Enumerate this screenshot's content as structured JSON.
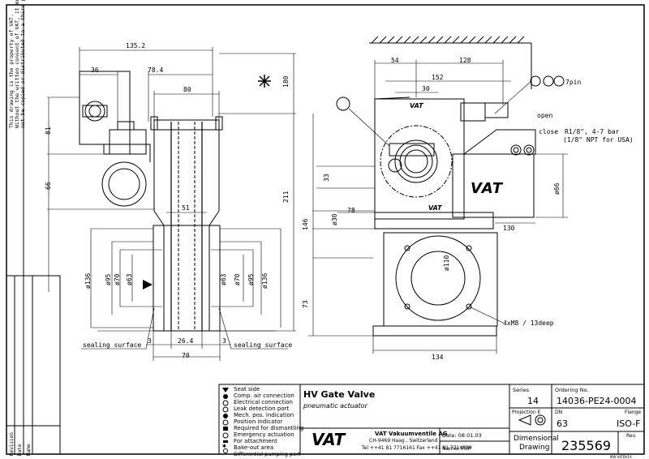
{
  "side_note": [
    "This drawing is the property of VAT.",
    "Without the written consent of VAT, it must",
    "not be copied or distributed to a third person"
  ],
  "revision_labels": [
    "Revision",
    "Date",
    "Name"
  ],
  "dims_left": {
    "d135": "135.2",
    "d36": "36",
    "d78": "78.4",
    "d80": "80",
    "d81": "81",
    "d66": "66",
    "d51": "51",
    "d211": "211",
    "d180": "180",
    "od136l": "ø136",
    "od95l": "ø95",
    "od70l": "ø70",
    "od63l": "ø63",
    "od63r": "ø63",
    "od70r": "ø70",
    "od95r": "ø95",
    "od136r": "ø136",
    "d3l": "3",
    "d26": "26.4",
    "d3r": "3",
    "d70": "70",
    "seal_l": "sealing surface",
    "seal_r": "sealing surface"
  },
  "dims_right": {
    "d54": "54",
    "d128": "128",
    "d152": "152",
    "d30": "30",
    "d7pin": "7pin",
    "open": "open",
    "close": "close",
    "r18": "R1/8\", 4-7 bar",
    "npt": "(1/8\" NPT for USA)",
    "d33": "33",
    "d30b": "ø30",
    "d78": "78",
    "d146": "146",
    "d66": "ø66",
    "d130": "130",
    "d110": "ø110",
    "d73": "73",
    "m8": "4xM8 / 13deep",
    "d134": "134"
  },
  "brand": "VAT",
  "legend": [
    "Seat side",
    "Comp. air connection",
    "Electrical connection",
    "Leak detection port",
    "Mech. pos. indication",
    "Position indicator",
    "Required for dismantling",
    "Emergency actuation",
    "For attachment",
    "Bake-out area",
    "Differential pumping port"
  ],
  "title": "HV Gate Valve",
  "subtitle": "pneumatic actuator",
  "company": {
    "name": "VAT Vakuumventile AG",
    "address": "CH-9469 Haag , Switzerland",
    "phone": "Tel ++41 81 7716161 Fax ++41 81 7714830"
  },
  "date_label": "Date: 08.01.03",
  "name_label": "Name: FRP",
  "series_label": "Series",
  "series_value": "14",
  "ordering_label": "Ordering No.",
  "ordering_value": "14036-PE24-0004",
  "projection_label": "Projection E",
  "dn_label": "DN",
  "dn_value": "63",
  "flange_label": "Flange",
  "flange_value": "ISO-F",
  "drawing_type": [
    "Dimensional",
    "Drawing"
  ],
  "rev_label": "Rev.",
  "drawing_no": "235569",
  "footer": "MW  VATBV1A"
}
